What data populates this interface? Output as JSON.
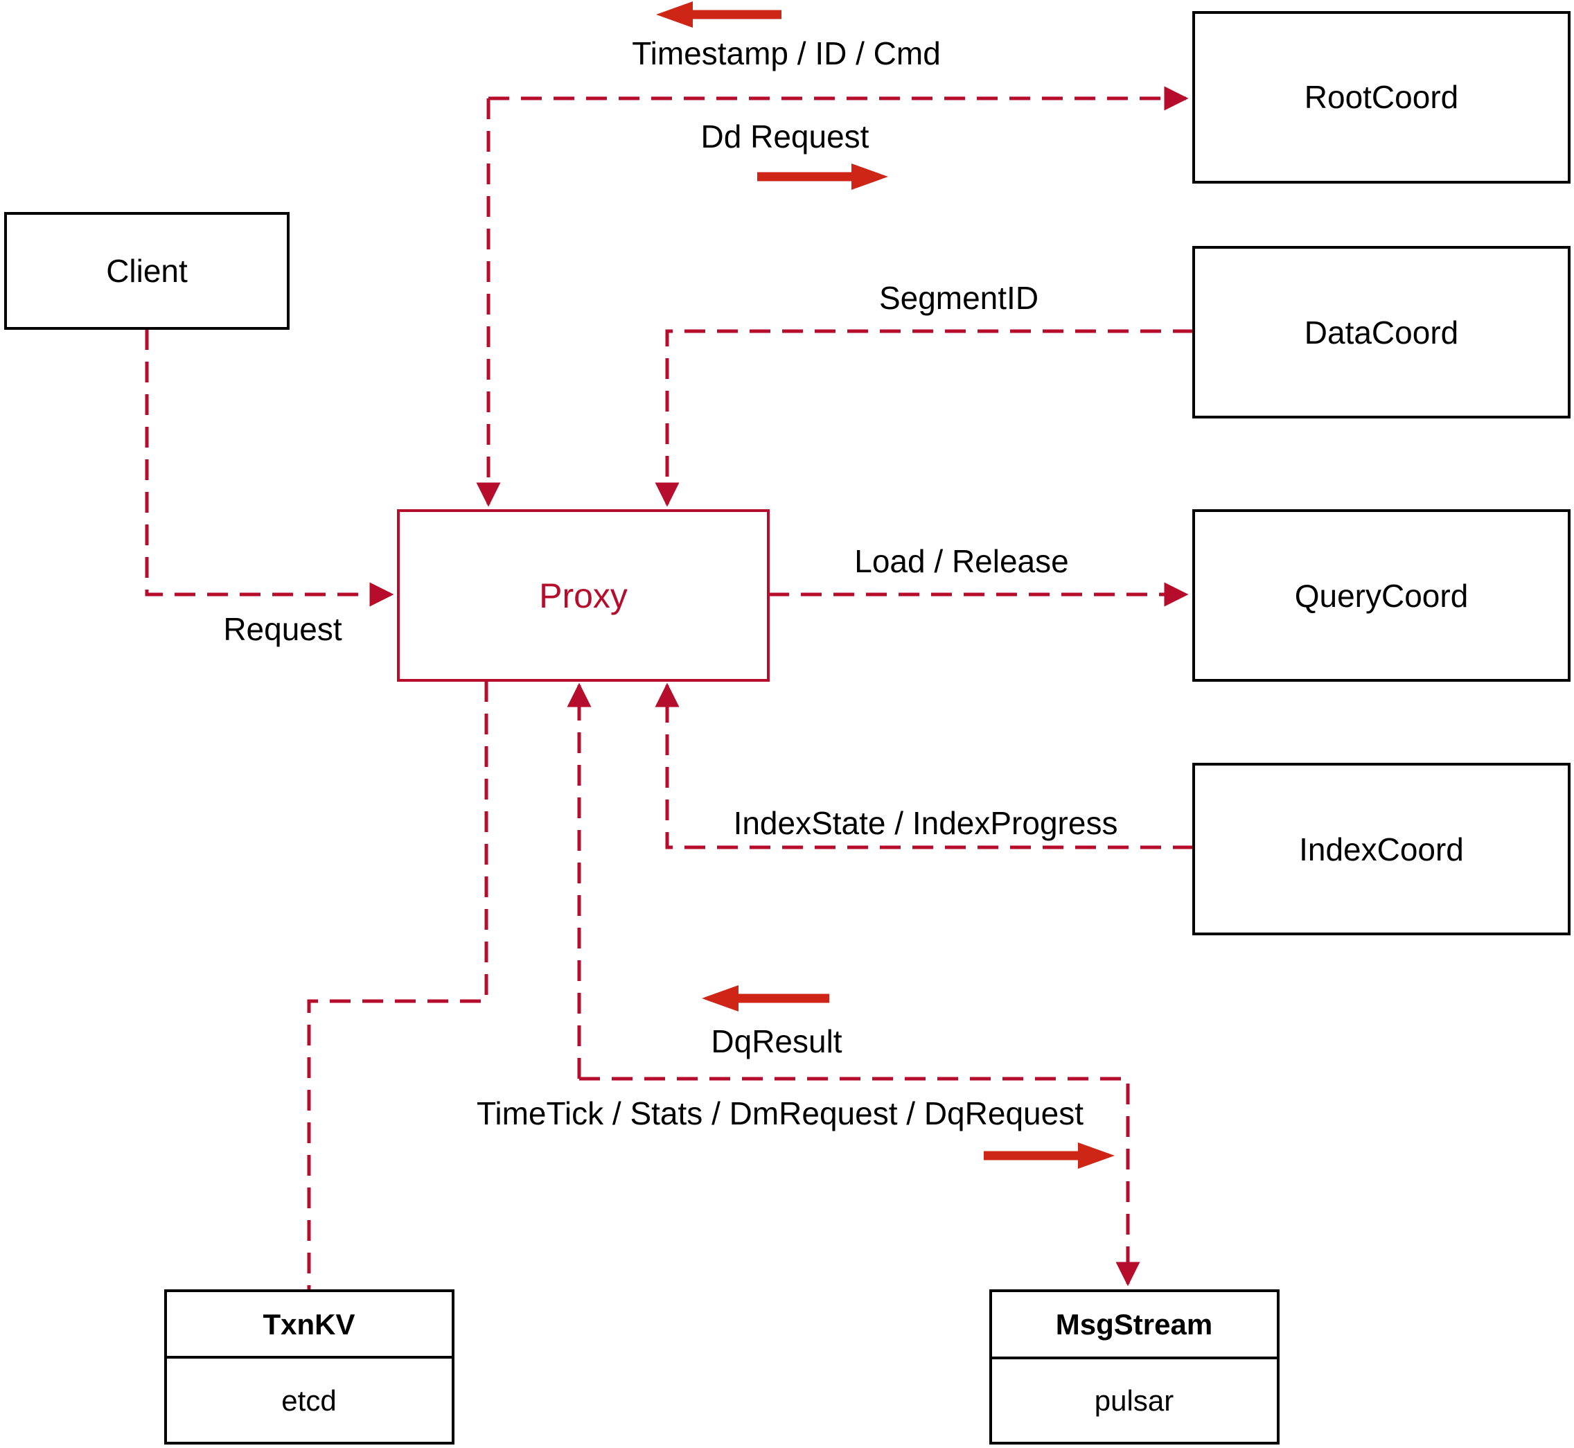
{
  "diagram": {
    "nodes": {
      "client": {
        "label": "Client"
      },
      "rootcoord": {
        "label": "RootCoord"
      },
      "datacoord": {
        "label": "DataCoord"
      },
      "querycoord": {
        "label": "QueryCoord"
      },
      "indexcoord": {
        "label": "IndexCoord"
      },
      "proxy": {
        "label": "Proxy"
      },
      "txnkv": {
        "title": "TxnKV",
        "subtitle": "etcd"
      },
      "msgstream": {
        "title": "MsgStream",
        "subtitle": "pulsar"
      }
    },
    "edge_labels": {
      "timestamp": "Timestamp / ID / Cmd",
      "dd_request": "Dd Request",
      "segment_id": "SegmentID",
      "load_release": "Load / Release",
      "index_state": "IndexState / IndexProgress",
      "request": "Request",
      "dq_result": "DqResult",
      "timetick": "TimeTick / Stats / DmRequest / DqRequest"
    },
    "colors": {
      "dashed_line_red": "#b60d2c",
      "solid_arrow_red": "#cf2517",
      "box_border_black": "#000000",
      "text_black": "#000000",
      "background": "#ffffff"
    }
  }
}
